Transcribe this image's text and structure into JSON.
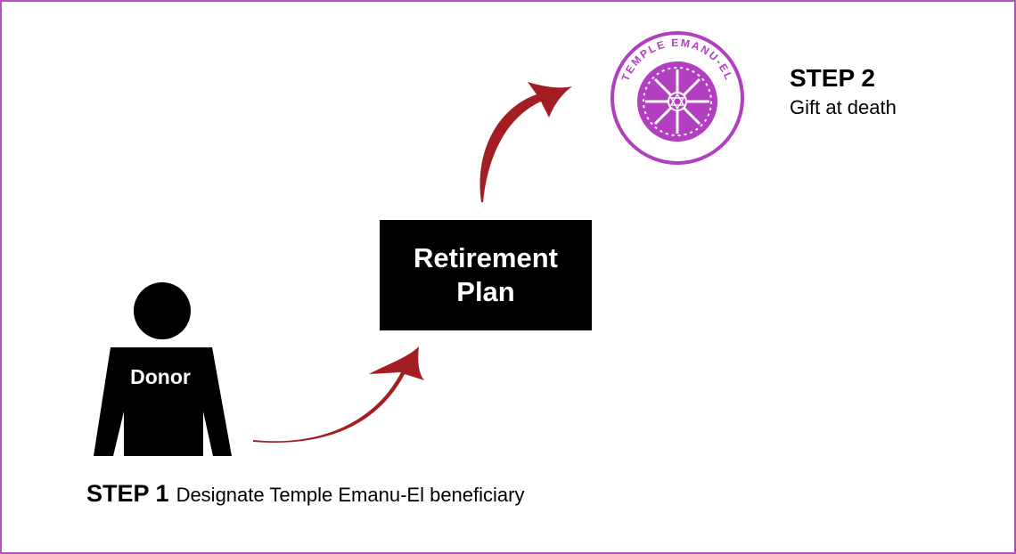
{
  "retirement_box": {
    "line1": "Retirement",
    "line2": "Plan"
  },
  "donor": {
    "label": "Donor"
  },
  "step1": {
    "title": "STEP 1",
    "description": "Designate Temple Emanu-El beneficiary"
  },
  "step2": {
    "title": "STEP 2",
    "description": "Gift at death"
  },
  "logo": {
    "text": "TEMPLE EMANU-EL",
    "icon": "rose-window-star-of-david-icon"
  },
  "colors": {
    "border": "#b54fc0",
    "logo": "#b13fbf",
    "arrow": "#a31e22",
    "box": "#000000"
  }
}
